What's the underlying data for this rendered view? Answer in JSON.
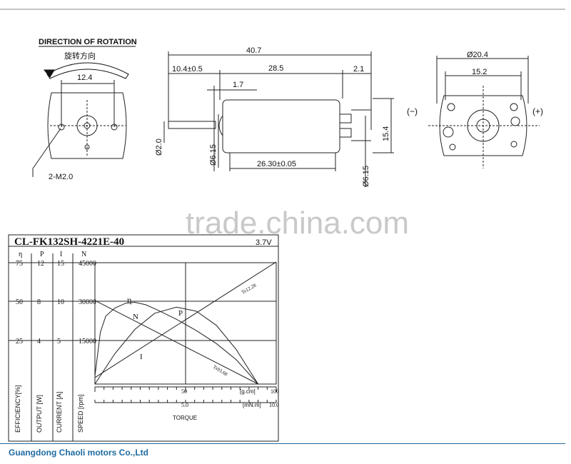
{
  "drawing": {
    "rotation_title": "DIRECTION OF ROTATION",
    "rotation_title_cn": "旋转方向",
    "front_view": {
      "width_dim": "12.4",
      "hole_label": "2-M2.0"
    },
    "side_view": {
      "overall": "40.7",
      "shaft_len": "10.4±0.5",
      "body_len": "28.5",
      "term_len": "2.1",
      "small": "1.7",
      "shaft_dia": "Ø2.0",
      "boss_dia": "Ø6.15",
      "body_tol": "26.30±0.05",
      "height": "15.4",
      "term_dia": "Ø6.15"
    },
    "rear_view": {
      "dia": "Ø20.4",
      "width": "15.2",
      "neg": "(−)",
      "pos": "(+)"
    }
  },
  "watermark": "trade.china.com",
  "chart_header": {
    "model": "CL-FK132SH-4221E-40",
    "voltage": "3.7V"
  },
  "chart_data": {
    "type": "line",
    "x": {
      "label": "TORQUE",
      "unit_gcm": "[g.cm]",
      "unit_mnm": "[mN.m]",
      "ticks_gcm": [
        "50",
        "100"
      ],
      "ticks_mnm": [
        "5.0",
        "10.0"
      ],
      "range_gcm": [
        0,
        100
      ]
    },
    "y_axes": [
      {
        "symbol": "η",
        "label": "EFFICIENCY[%]",
        "ticks": [
          "75",
          "50",
          "25"
        ]
      },
      {
        "symbol": "P",
        "label": "OUTPUT  [W]",
        "ticks": [
          "12",
          "8",
          "4"
        ]
      },
      {
        "symbol": "I",
        "label": "CURRENT  [A]",
        "ticks": [
          "15",
          "10",
          "5"
        ]
      },
      {
        "symbol": "N",
        "label": "SPEED  [rpm]",
        "ticks": [
          "45000",
          "30000",
          "15000"
        ]
      }
    ],
    "series": [
      {
        "name": "N",
        "values": [
          [
            0,
            31000
          ],
          [
            90,
            0
          ]
        ]
      },
      {
        "name": "I",
        "values": [
          [
            0,
            0.8
          ],
          [
            100,
            15.1
          ]
        ]
      },
      {
        "name": "P",
        "values": [
          [
            0,
            0
          ],
          [
            11,
            3.0
          ],
          [
            22,
            5.4
          ],
          [
            33,
            7.0
          ],
          [
            45,
            7.6
          ],
          [
            56,
            7.2
          ],
          [
            67,
            5.8
          ],
          [
            78,
            3.4
          ],
          [
            90,
            0
          ]
        ]
      },
      {
        "name": "η",
        "values": [
          [
            0,
            5
          ],
          [
            3,
            32
          ],
          [
            6,
            42
          ],
          [
            11,
            47
          ],
          [
            17,
            50
          ],
          [
            22,
            50.5
          ],
          [
            28,
            49
          ],
          [
            34,
            46
          ],
          [
            45,
            40
          ],
          [
            56,
            33
          ],
          [
            67,
            25
          ],
          [
            78,
            15
          ],
          [
            90,
            0
          ]
        ]
      }
    ],
    "annotations": [
      "Ts12.28",
      "Ts93.68"
    ]
  },
  "footer": {
    "company": "Guangdong Chaoli motors Co.,Ltd"
  }
}
